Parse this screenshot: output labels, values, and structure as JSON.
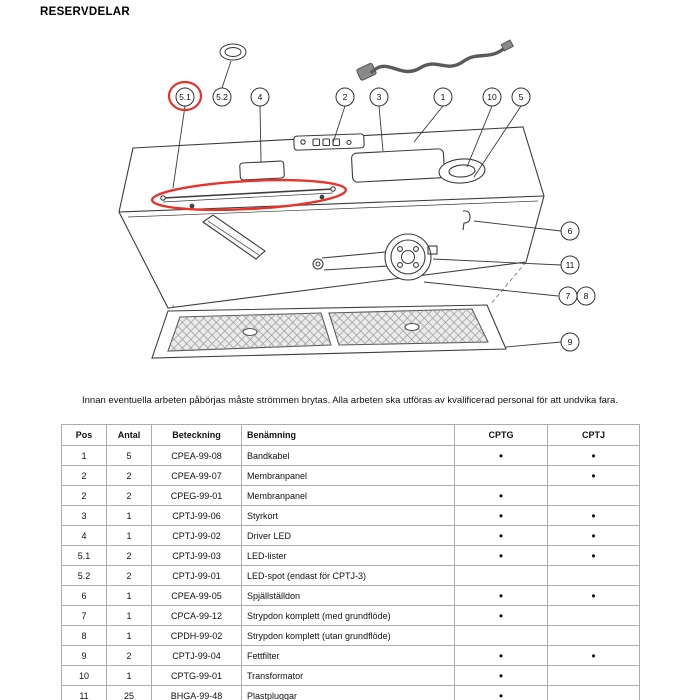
{
  "page": {
    "title": "RESERVDELAR"
  },
  "note": "Innan eventuella arbeten påbörjas måste strömmen brytas. Alla arbeten ska utföras av kvalificerad personal för att undvika fara.",
  "diagram": {
    "highlight_color": "#e8332a",
    "callouts": {
      "n1": "1",
      "n2": "2",
      "n3": "3",
      "n4": "4",
      "n5": "5",
      "n51": "5.1",
      "n52": "5.2",
      "n6": "6",
      "n7": "7",
      "n8": "8",
      "n9": "9",
      "n10": "10",
      "n11": "11"
    }
  },
  "table": {
    "dot": "●",
    "headers": {
      "pos": "Pos",
      "antal": "Antal",
      "beteckning": "Beteckning",
      "benamning": "Benämning",
      "cptg": "CPTG",
      "cptj": "CPTJ"
    },
    "rows": [
      {
        "pos": "1",
        "antal": "5",
        "beteckning": "CPEA-99-08",
        "benamning": "Bandkabel",
        "cptg": true,
        "cptj": true
      },
      {
        "pos": "2",
        "antal": "2",
        "beteckning": "CPEA-99-07",
        "benamning": "Membranpanel",
        "cptg": false,
        "cptj": true
      },
      {
        "pos": "2",
        "antal": "2",
        "beteckning": "CPEG-99-01",
        "benamning": "Membranpanel",
        "cptg": true,
        "cptj": false
      },
      {
        "pos": "3",
        "antal": "1",
        "beteckning": "CPTJ-99-06",
        "benamning": "Styrkort",
        "cptg": true,
        "cptj": true
      },
      {
        "pos": "4",
        "antal": "1",
        "beteckning": "CPTJ-99-02",
        "benamning": "Driver LED",
        "cptg": true,
        "cptj": true
      },
      {
        "pos": "5.1",
        "antal": "2",
        "beteckning": "CPTJ-99-03",
        "benamning": "LED-lister",
        "cptg": true,
        "cptj": true
      },
      {
        "pos": "5.2",
        "antal": "2",
        "beteckning": "CPTJ-99-01",
        "benamning": "LED-spot (endast för CPTJ-3)",
        "cptg": false,
        "cptj": false
      },
      {
        "pos": "6",
        "antal": "1",
        "beteckning": "CPEA-99-05",
        "benamning": "Spjällställdon",
        "cptg": true,
        "cptj": true
      },
      {
        "pos": "7",
        "antal": "1",
        "beteckning": "CPCA-99-12",
        "benamning": "Strypdon komplett (med grundflöde)",
        "cptg": true,
        "cptj": false
      },
      {
        "pos": "8",
        "antal": "1",
        "beteckning": "CPDH-99-02",
        "benamning": "Strypdon komplett (utan grundflöde)",
        "cptg": false,
        "cptj": false
      },
      {
        "pos": "9",
        "antal": "2",
        "beteckning": "CPTJ-99-04",
        "benamning": "Fettfilter",
        "cptg": true,
        "cptj": true
      },
      {
        "pos": "10",
        "antal": "1",
        "beteckning": "CPTG-99-01",
        "benamning": "Transformator",
        "cptg": true,
        "cptj": false
      },
      {
        "pos": "11",
        "antal": "25",
        "beteckning": "BHGA-99-48",
        "benamning": "Plastpluggar",
        "cptg": true,
        "cptj": false
      }
    ]
  }
}
